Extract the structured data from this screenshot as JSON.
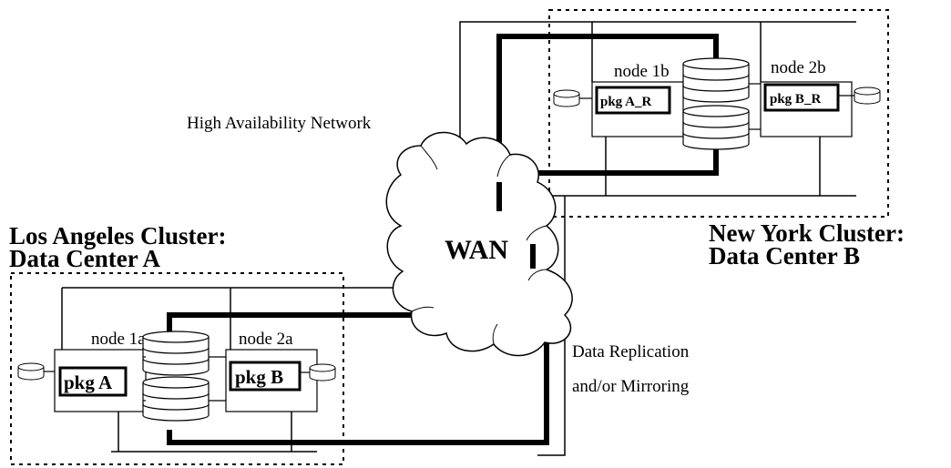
{
  "clusters": {
    "west": {
      "title_line1": "Los Angeles Cluster:",
      "title_line2": "Data Center A",
      "node1": {
        "label": "node 1a",
        "package": "pkg A"
      },
      "node2": {
        "label": "node 2a",
        "package": "pkg B"
      }
    },
    "east": {
      "title_line1": "New York Cluster:",
      "title_line2": "Data Center B",
      "node1": {
        "label": "node 1b",
        "package": "pkg A_R"
      },
      "node2": {
        "label": "node 2b",
        "package": "pkg B_R"
      }
    }
  },
  "network": {
    "wan_label": "WAN",
    "ha_label": "High Availability Network",
    "replication_line1": "Data Replication",
    "replication_line2": "and/or Mirroring"
  },
  "colors": {
    "ink": "#000000",
    "background": "#ffffff"
  }
}
